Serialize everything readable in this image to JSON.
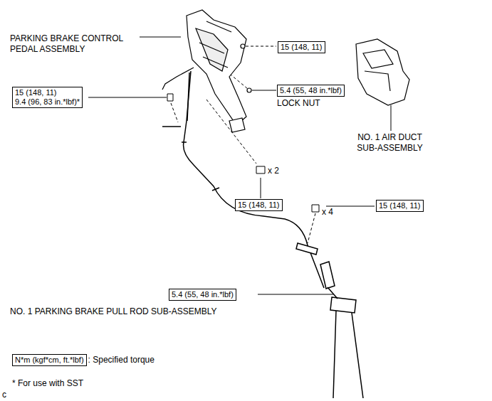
{
  "diagram": {
    "nodes": [
      {
        "text": [
          "15 (148, 11)"
        ]
      },
      {
        "text": [
          "15 (148, 11)",
          "9.4 (96, 83 in.*lbf)*"
        ]
      },
      {
        "text": [
          "5.4 (55, 48 in.*lbf)"
        ]
      },
      {
        "text": [
          "15 (148, 11)"
        ]
      },
      {
        "text": [
          "15 (148, 11)"
        ]
      },
      {
        "text": [
          "5.4 (55, 48 in.*lbf)"
        ]
      },
      {
        "text": [
          "N*m (kgf*cm, ft.*lbf)"
        ]
      }
    ],
    "labels": [
      "PARKING BRAKE CONTROL PEDAL ASSEMBLY",
      "LOCK NUT",
      "NO. 1 AIR DUCT SUB-ASSEMBLY",
      "x 2",
      "x 4",
      "NO. 1 PARKING BRAKE PULL ROD SUB-ASSEMBLY",
      ": Specified torque",
      "* For use with SST",
      "c"
    ]
  }
}
